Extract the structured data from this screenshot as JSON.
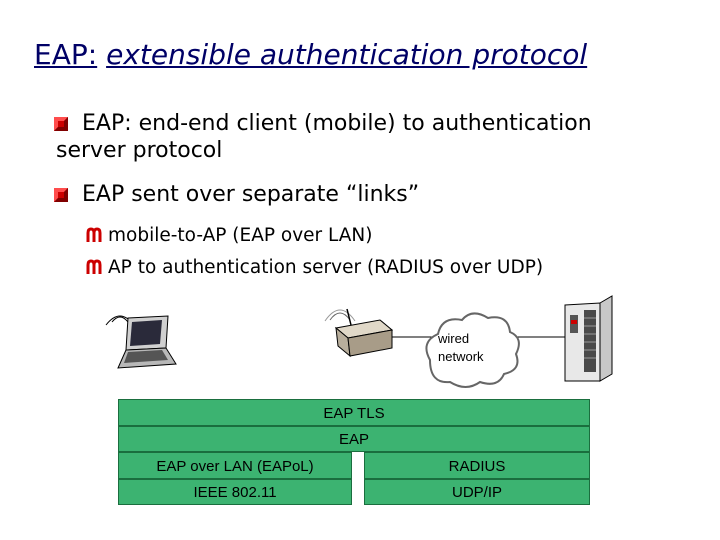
{
  "title": {
    "part1": "EAP:",
    "part2": "extensible authentication protocol"
  },
  "bullets": [
    {
      "line1": "EAP: end-end client (mobile) to authentication",
      "line2": "server protocol"
    },
    {
      "line1": "EAP sent over separate “links”"
    }
  ],
  "sub_bullets": [
    "mobile-to-AP (EAP over LAN)",
    "AP to authentication server (RADIUS over UDP)"
  ],
  "diagram": {
    "cloud_label_1": "wired",
    "cloud_label_2": "network"
  },
  "stack": {
    "eap_tls": "EAP TLS",
    "eap": "EAP",
    "eapol": "EAP over LAN (EAPoL)",
    "ieee": "IEEE 802.11",
    "radius": "RADIUS",
    "udpip": "UDP/IP"
  },
  "colors": {
    "title": "#000066",
    "bullet": "#cc0000",
    "stack_green": "#3cb371"
  },
  "icons": [
    "laptop-icon",
    "access-point-icon",
    "server-icon",
    "cloud-icon"
  ]
}
